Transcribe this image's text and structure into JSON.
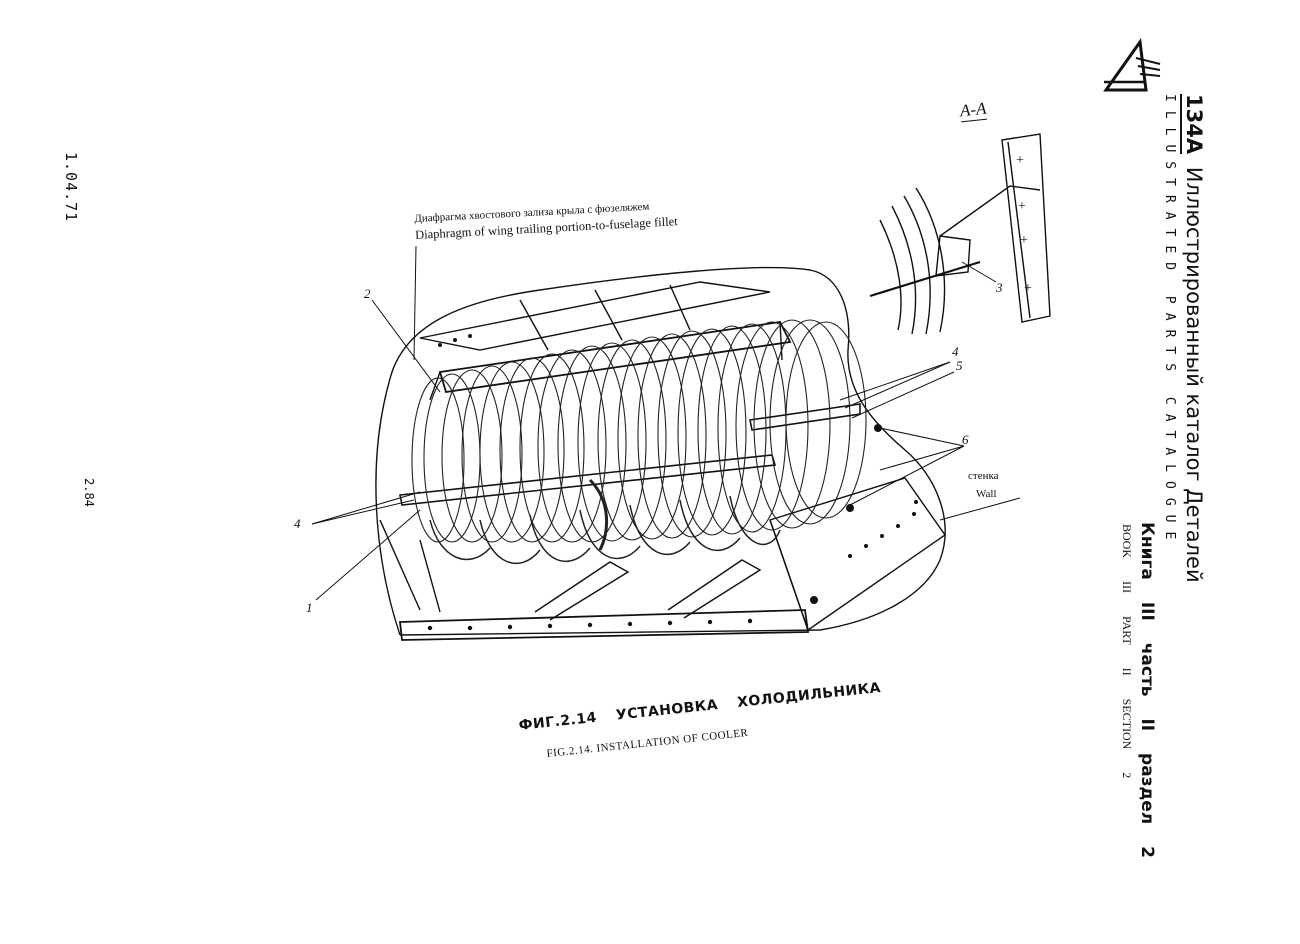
{
  "page": {
    "date": "1.04.71",
    "page_number": "2.84"
  },
  "header": {
    "model": "134А",
    "title_ru": "Иллюстрированный каталог Деталей",
    "title_en": "ILLUSTRATED PARTS CATALOGUE",
    "book_line_ru": "Книга III часть II раздел 2",
    "book_line_en": "BOOK III PART II SECTION 2"
  },
  "figure": {
    "section_label": "А-А",
    "diaphragm_label_ru": "Диафрагма хвостового зализа крыла с фюзеляжем",
    "diaphragm_label_en": "Diaphragm of wing trailing portion-to-fuselage fillet",
    "wall_label_ru": "стенка",
    "wall_label_en": "Wall",
    "callouts": [
      "1",
      "2",
      "3",
      "4",
      "5",
      "6"
    ],
    "caption_ru": "ФИГ.2.14 УСТАНОВКА ХОЛОДИЛЬНИКА",
    "caption_en": "FIG.2.14. INSTALLATION OF COOLER"
  }
}
